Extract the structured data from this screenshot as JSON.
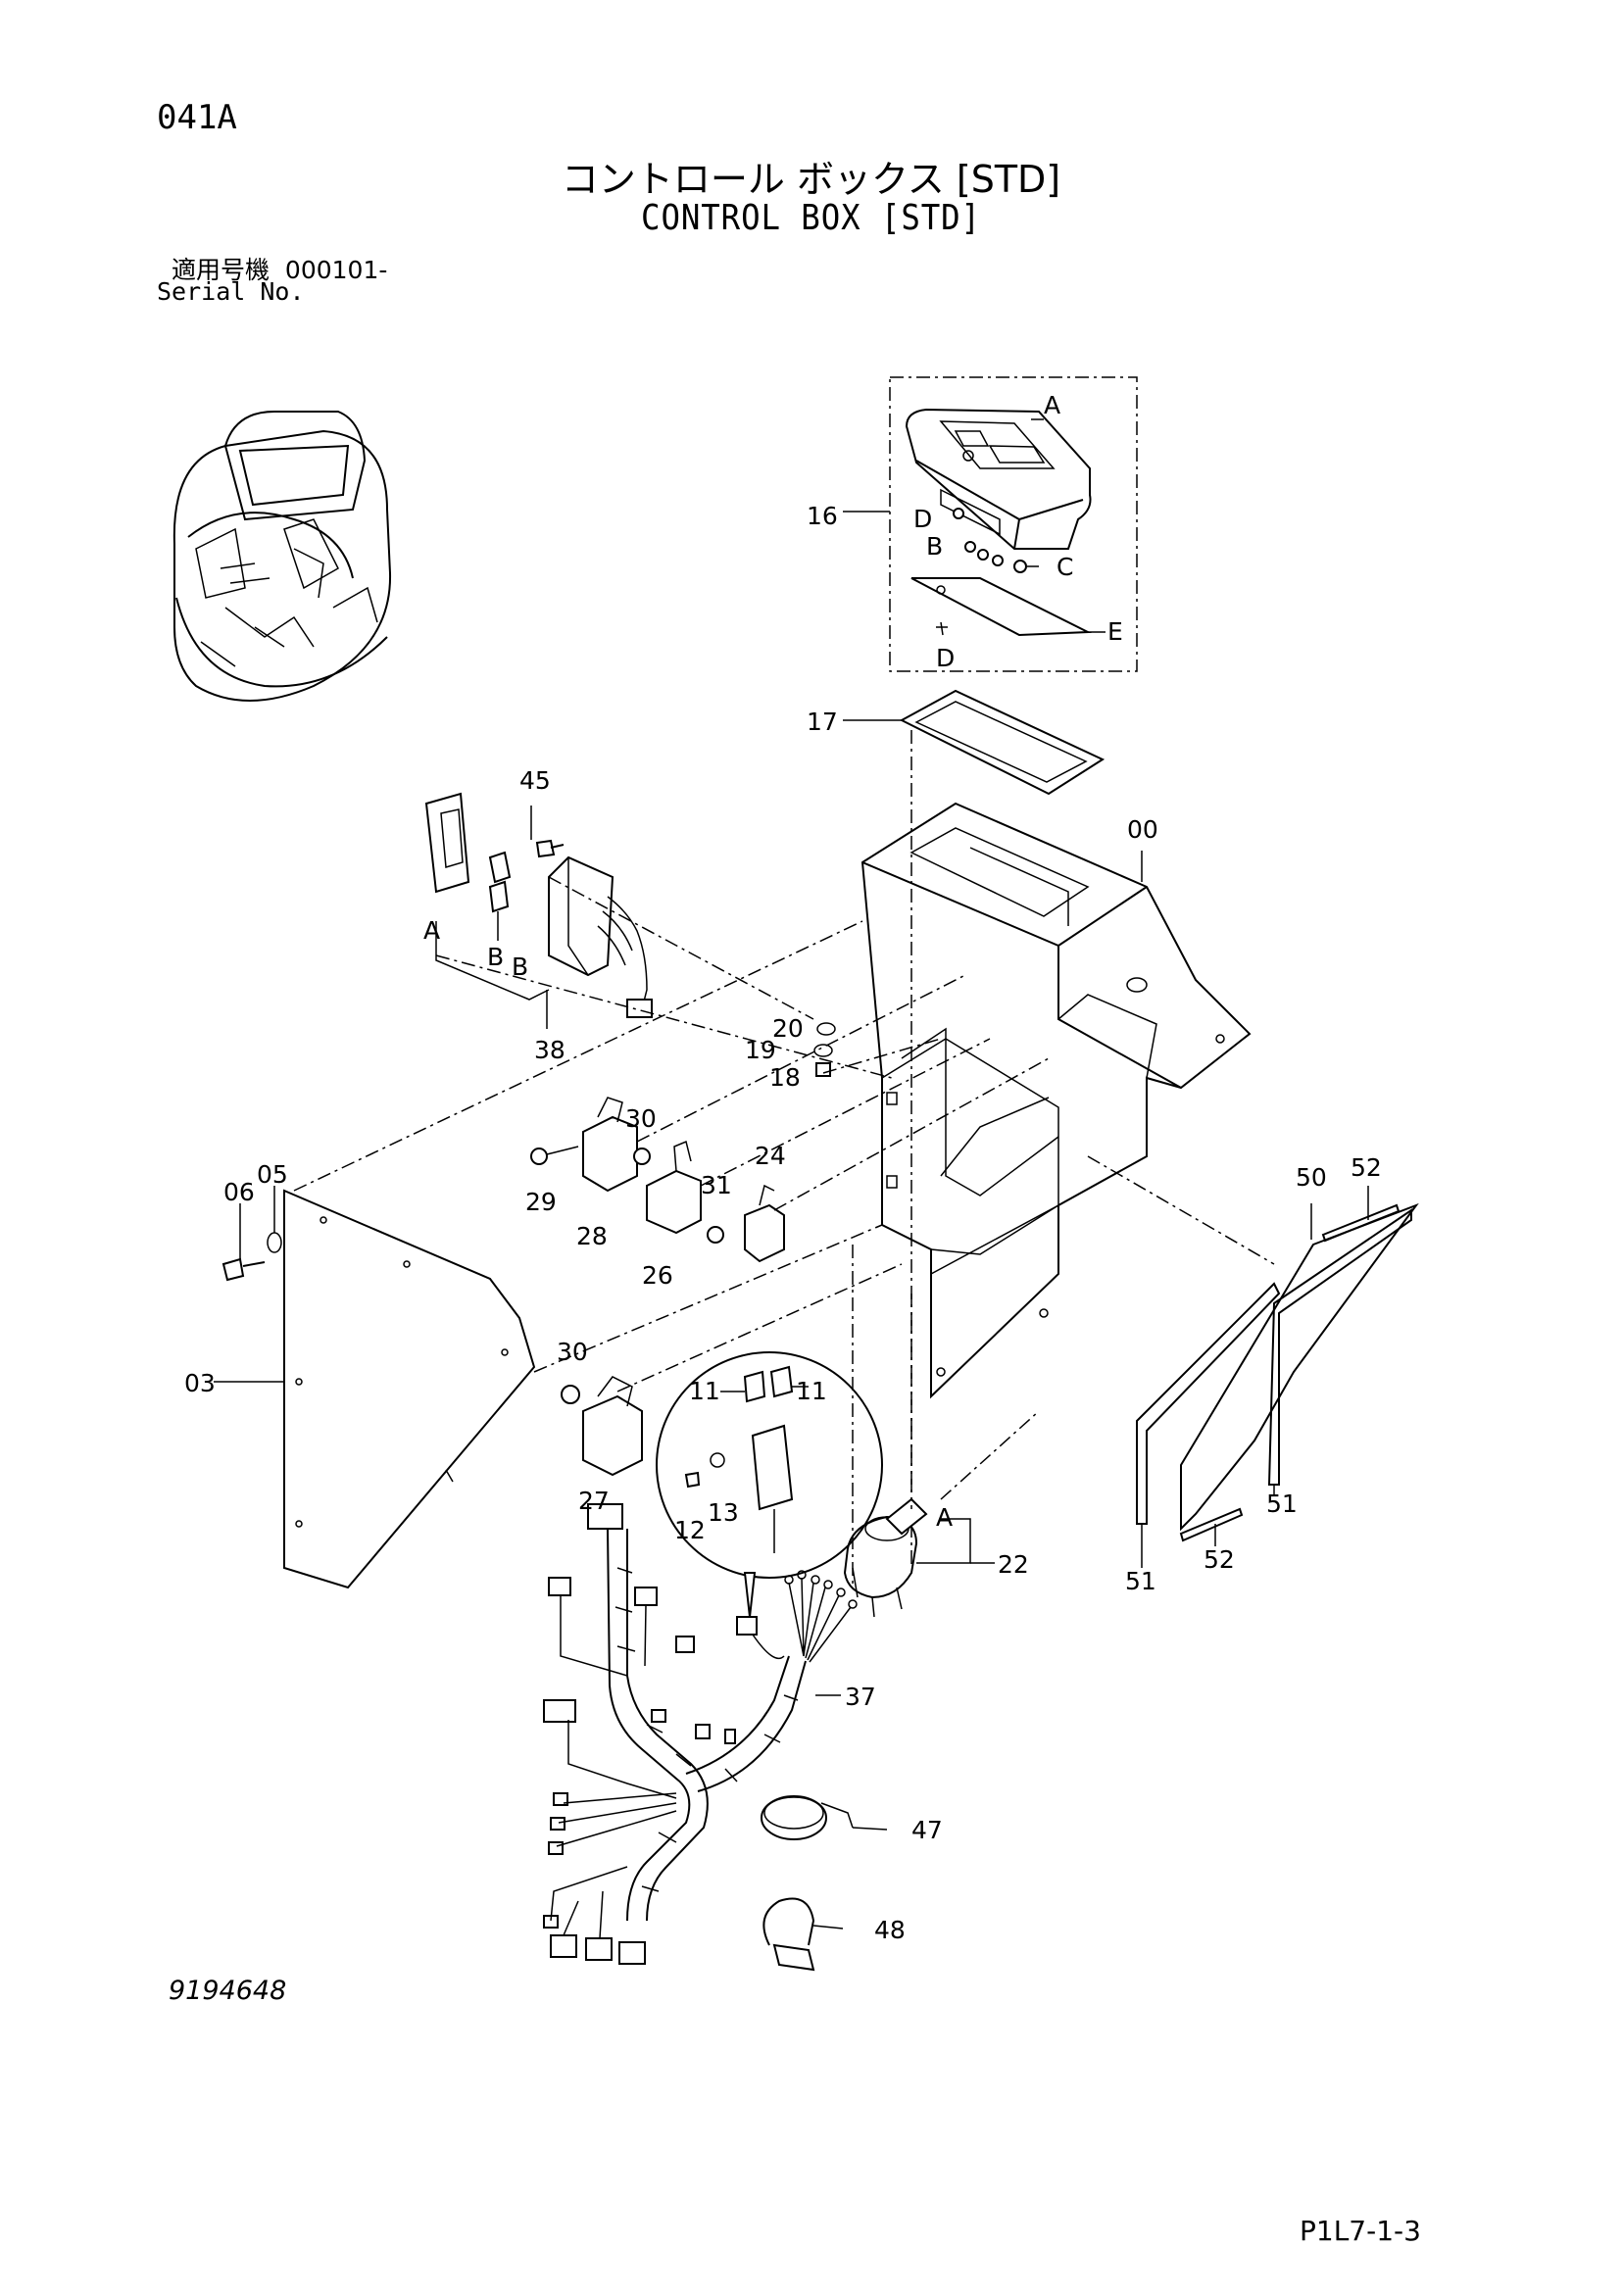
{
  "header": {
    "page_code": "041A",
    "title_jp": "コントロール ボックス [STD]",
    "title_en": "CONTROL BOX [STD]",
    "serial_label_jp": "適用号機",
    "serial_value": "000101-",
    "serial_label_en": "Serial No."
  },
  "footer": {
    "drawing_number": "9194648",
    "sheet_number": "P1L7-1-3"
  },
  "callouts": {
    "c16": "16",
    "c17": "17",
    "c00": "00",
    "c45": "45",
    "c38": "38",
    "c20": "20",
    "c19": "19",
    "c18": "18",
    "c30a": "30",
    "c24": "24",
    "c31": "31",
    "c29": "29",
    "c28": "28",
    "c26": "26",
    "c06": "06",
    "c05": "05",
    "c03": "03",
    "c30b": "30",
    "c27": "27",
    "c11a": "11",
    "c11b": "11",
    "c12": "12",
    "c13": "13",
    "c22": "22",
    "c37": "37",
    "c47": "47",
    "c48": "48",
    "c50": "50",
    "c52a": "52",
    "c51a": "51",
    "c51b": "51",
    "c52b": "52"
  },
  "sub_labels": {
    "monitor_a": "A",
    "monitor_b": "B",
    "monitor_c": "C",
    "monitor_d1": "D",
    "monitor_d2": "D",
    "monitor_e": "E",
    "relay_a": "A",
    "relay_b1": "B",
    "relay_b2": "B",
    "key_a": "A"
  }
}
